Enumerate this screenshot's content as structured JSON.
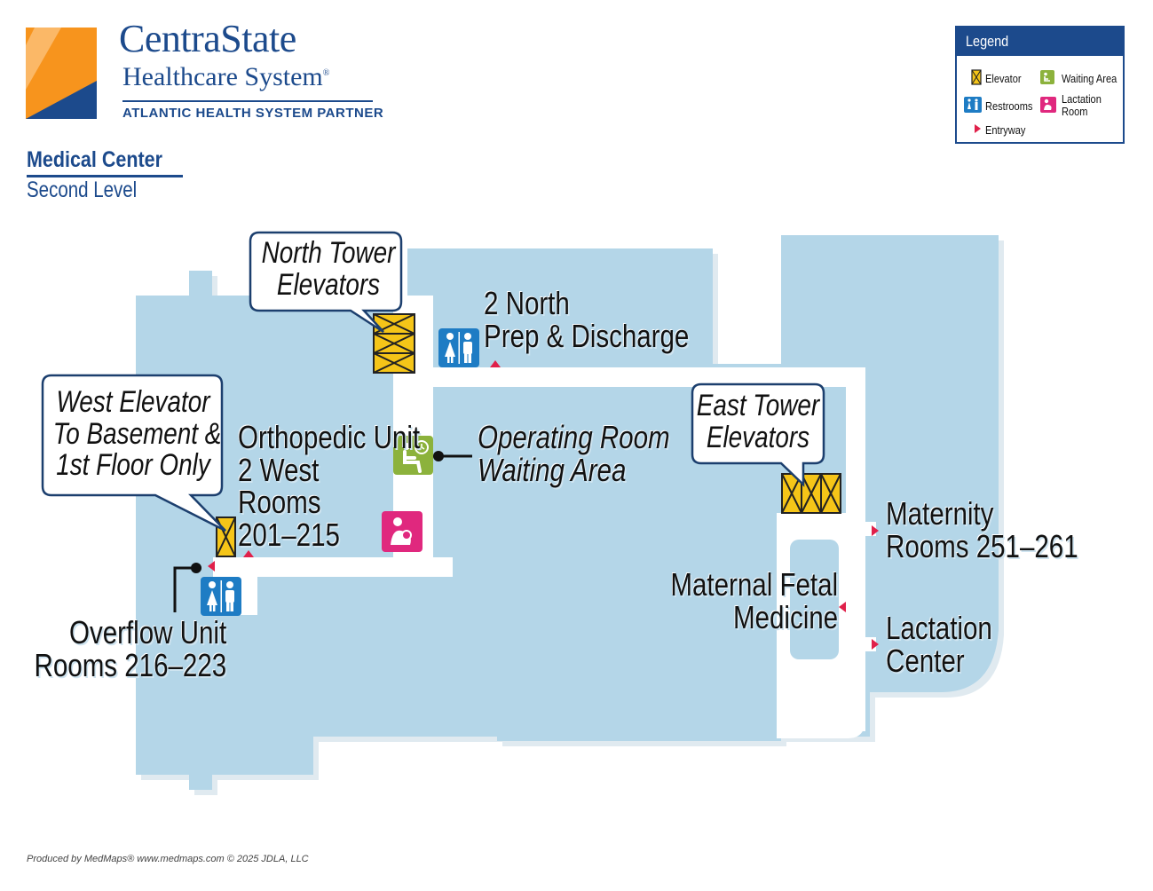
{
  "brand": {
    "name": "CentraState",
    "subtitle": "Healthcare System",
    "reg": "®",
    "partner": "ATLANTIC HEALTH SYSTEM PARTNER"
  },
  "page": {
    "title": "Medical Center",
    "subtitle": "Second Level"
  },
  "legend": {
    "title": "Legend",
    "items": {
      "elevator": "Elevator",
      "waiting_area": "Waiting Area",
      "restrooms": "Restrooms",
      "lactation_room_line1": "Lactation",
      "lactation_room_line2": "Room",
      "entryway": "Entryway"
    }
  },
  "callouts": {
    "north_tower": [
      "North Tower",
      "Elevators"
    ],
    "west_elevator": [
      "West Elevator",
      "To Basement &",
      "1st Floor Only"
    ],
    "east_tower": [
      "East Tower",
      "Elevators"
    ]
  },
  "labels": {
    "two_north": [
      "2 North",
      "Prep & Discharge"
    ],
    "orthopedic": [
      "Orthopedic Unit",
      "2 West",
      "Rooms",
      "201–215"
    ],
    "operating_room": [
      "Operating Room",
      "Waiting Area"
    ],
    "overflow": [
      "Overflow Unit",
      "Rooms 216–223"
    ],
    "maternity": [
      "Maternity",
      "Rooms 251–261"
    ],
    "maternal_fetal": [
      "Maternal Fetal",
      "Medicine"
    ],
    "lactation": [
      "Lactation",
      "Center"
    ]
  },
  "footer": "Produced by MedMaps®  www.medmaps.com   © 2025 JDLA, LLC",
  "icons": [
    "elevator-icon",
    "restroom-icon",
    "waiting-area-icon",
    "lactation-room-icon",
    "entryway-marker"
  ],
  "colors": {
    "brand_blue": "#1c4a8c",
    "building": "#b4d6e8",
    "corridor": "#ffffff",
    "elevator": "#f5c518",
    "restroom": "#1e7cc4",
    "waiting": "#8cb23c",
    "lactation": "#e0287e",
    "entry": "#e0204a",
    "logo_orange": "#f7941d"
  }
}
